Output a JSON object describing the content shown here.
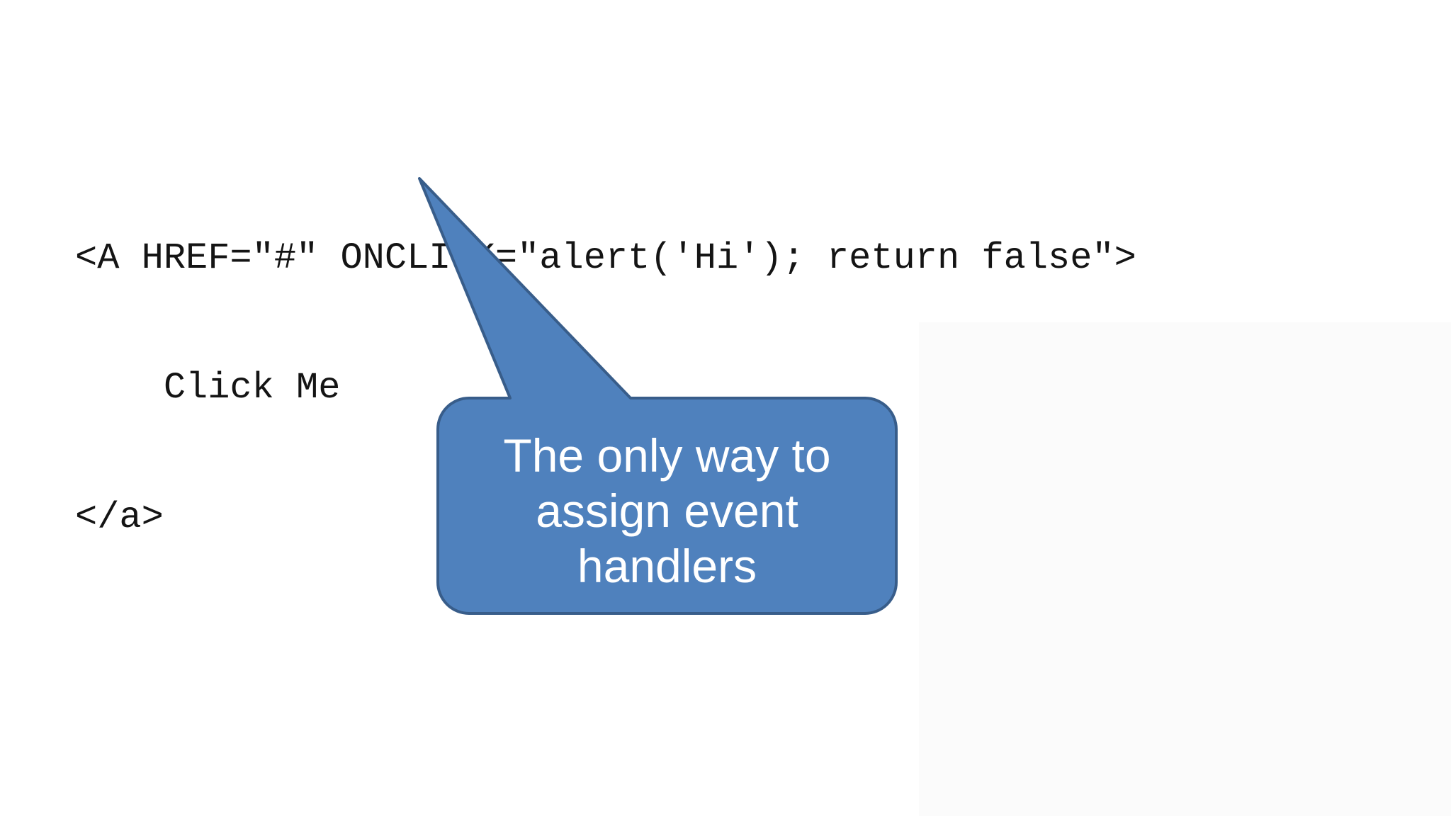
{
  "slide": {
    "background_color": "#ffffff",
    "shade_color": "#fbfbfb"
  },
  "code": {
    "text_color": "#141414",
    "lines": [
      "<A HREF=\"#\" ONCLICK=\"alert('Hi'); return false\">",
      "    Click Me",
      "</a>"
    ]
  },
  "callout": {
    "fill_color": "#4f81bd",
    "border_color": "#385d8a",
    "text_color": "#ffffff",
    "lines": [
      "The only way to",
      "assign event",
      "handlers"
    ]
  }
}
